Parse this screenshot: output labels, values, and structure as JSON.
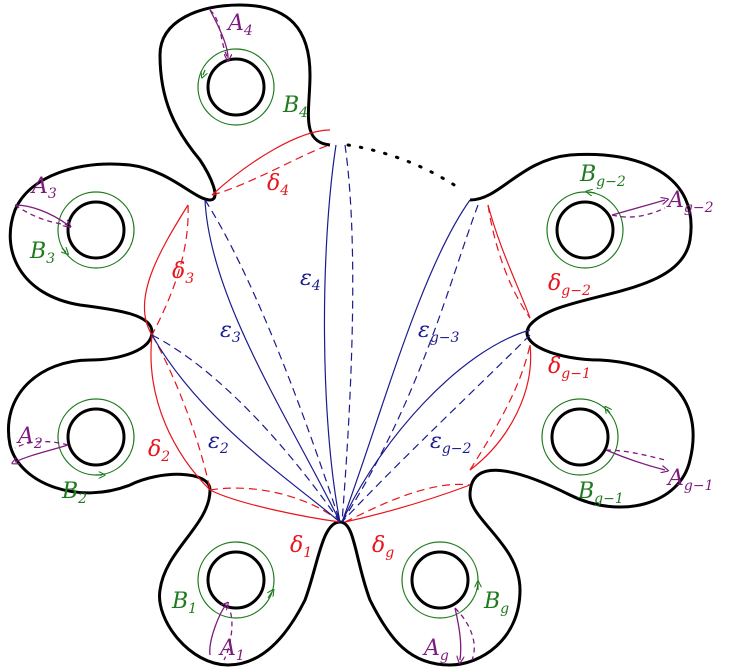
{
  "labels": {
    "A1": {
      "base": "A",
      "sub": "1"
    },
    "A2": {
      "base": "A",
      "sub": "2"
    },
    "A3": {
      "base": "A",
      "sub": "3"
    },
    "A4": {
      "base": "A",
      "sub": "4"
    },
    "Ag": {
      "base": "A",
      "sub": "g"
    },
    "Agm1": {
      "base": "A",
      "sub": "g−1"
    },
    "Agm2": {
      "base": "A",
      "sub": "g−2"
    },
    "B1": {
      "base": "B",
      "sub": "1"
    },
    "B2": {
      "base": "B",
      "sub": "2"
    },
    "B3": {
      "base": "B",
      "sub": "3"
    },
    "B4": {
      "base": "B",
      "sub": "4"
    },
    "Bg": {
      "base": "B",
      "sub": "g"
    },
    "Bgm1": {
      "base": "B",
      "sub": "g−1"
    },
    "Bgm2": {
      "base": "B",
      "sub": "g−2"
    },
    "d1": {
      "base": "δ",
      "sub": "1"
    },
    "d2": {
      "base": "δ",
      "sub": "2"
    },
    "d3": {
      "base": "δ",
      "sub": "3"
    },
    "d4": {
      "base": "δ",
      "sub": "4"
    },
    "dg": {
      "base": "δ",
      "sub": "g"
    },
    "dgm1": {
      "base": "δ",
      "sub": "g−1"
    },
    "dgm2": {
      "base": "δ",
      "sub": "g−2"
    },
    "e2": {
      "base": "ε",
      "sub": "2"
    },
    "e3": {
      "base": "ε",
      "sub": "3"
    },
    "e4": {
      "base": "ε",
      "sub": "4"
    },
    "egm2": {
      "base": "ε",
      "sub": "g−2"
    },
    "egm3": {
      "base": "ε",
      "sub": "g−3"
    }
  },
  "colors": {
    "surface": "#000000",
    "delta": "#e8141c",
    "epsilon": "#1b1b8f",
    "B_curve": "#1e7a1e",
    "A_curve": "#7d1a7d"
  }
}
